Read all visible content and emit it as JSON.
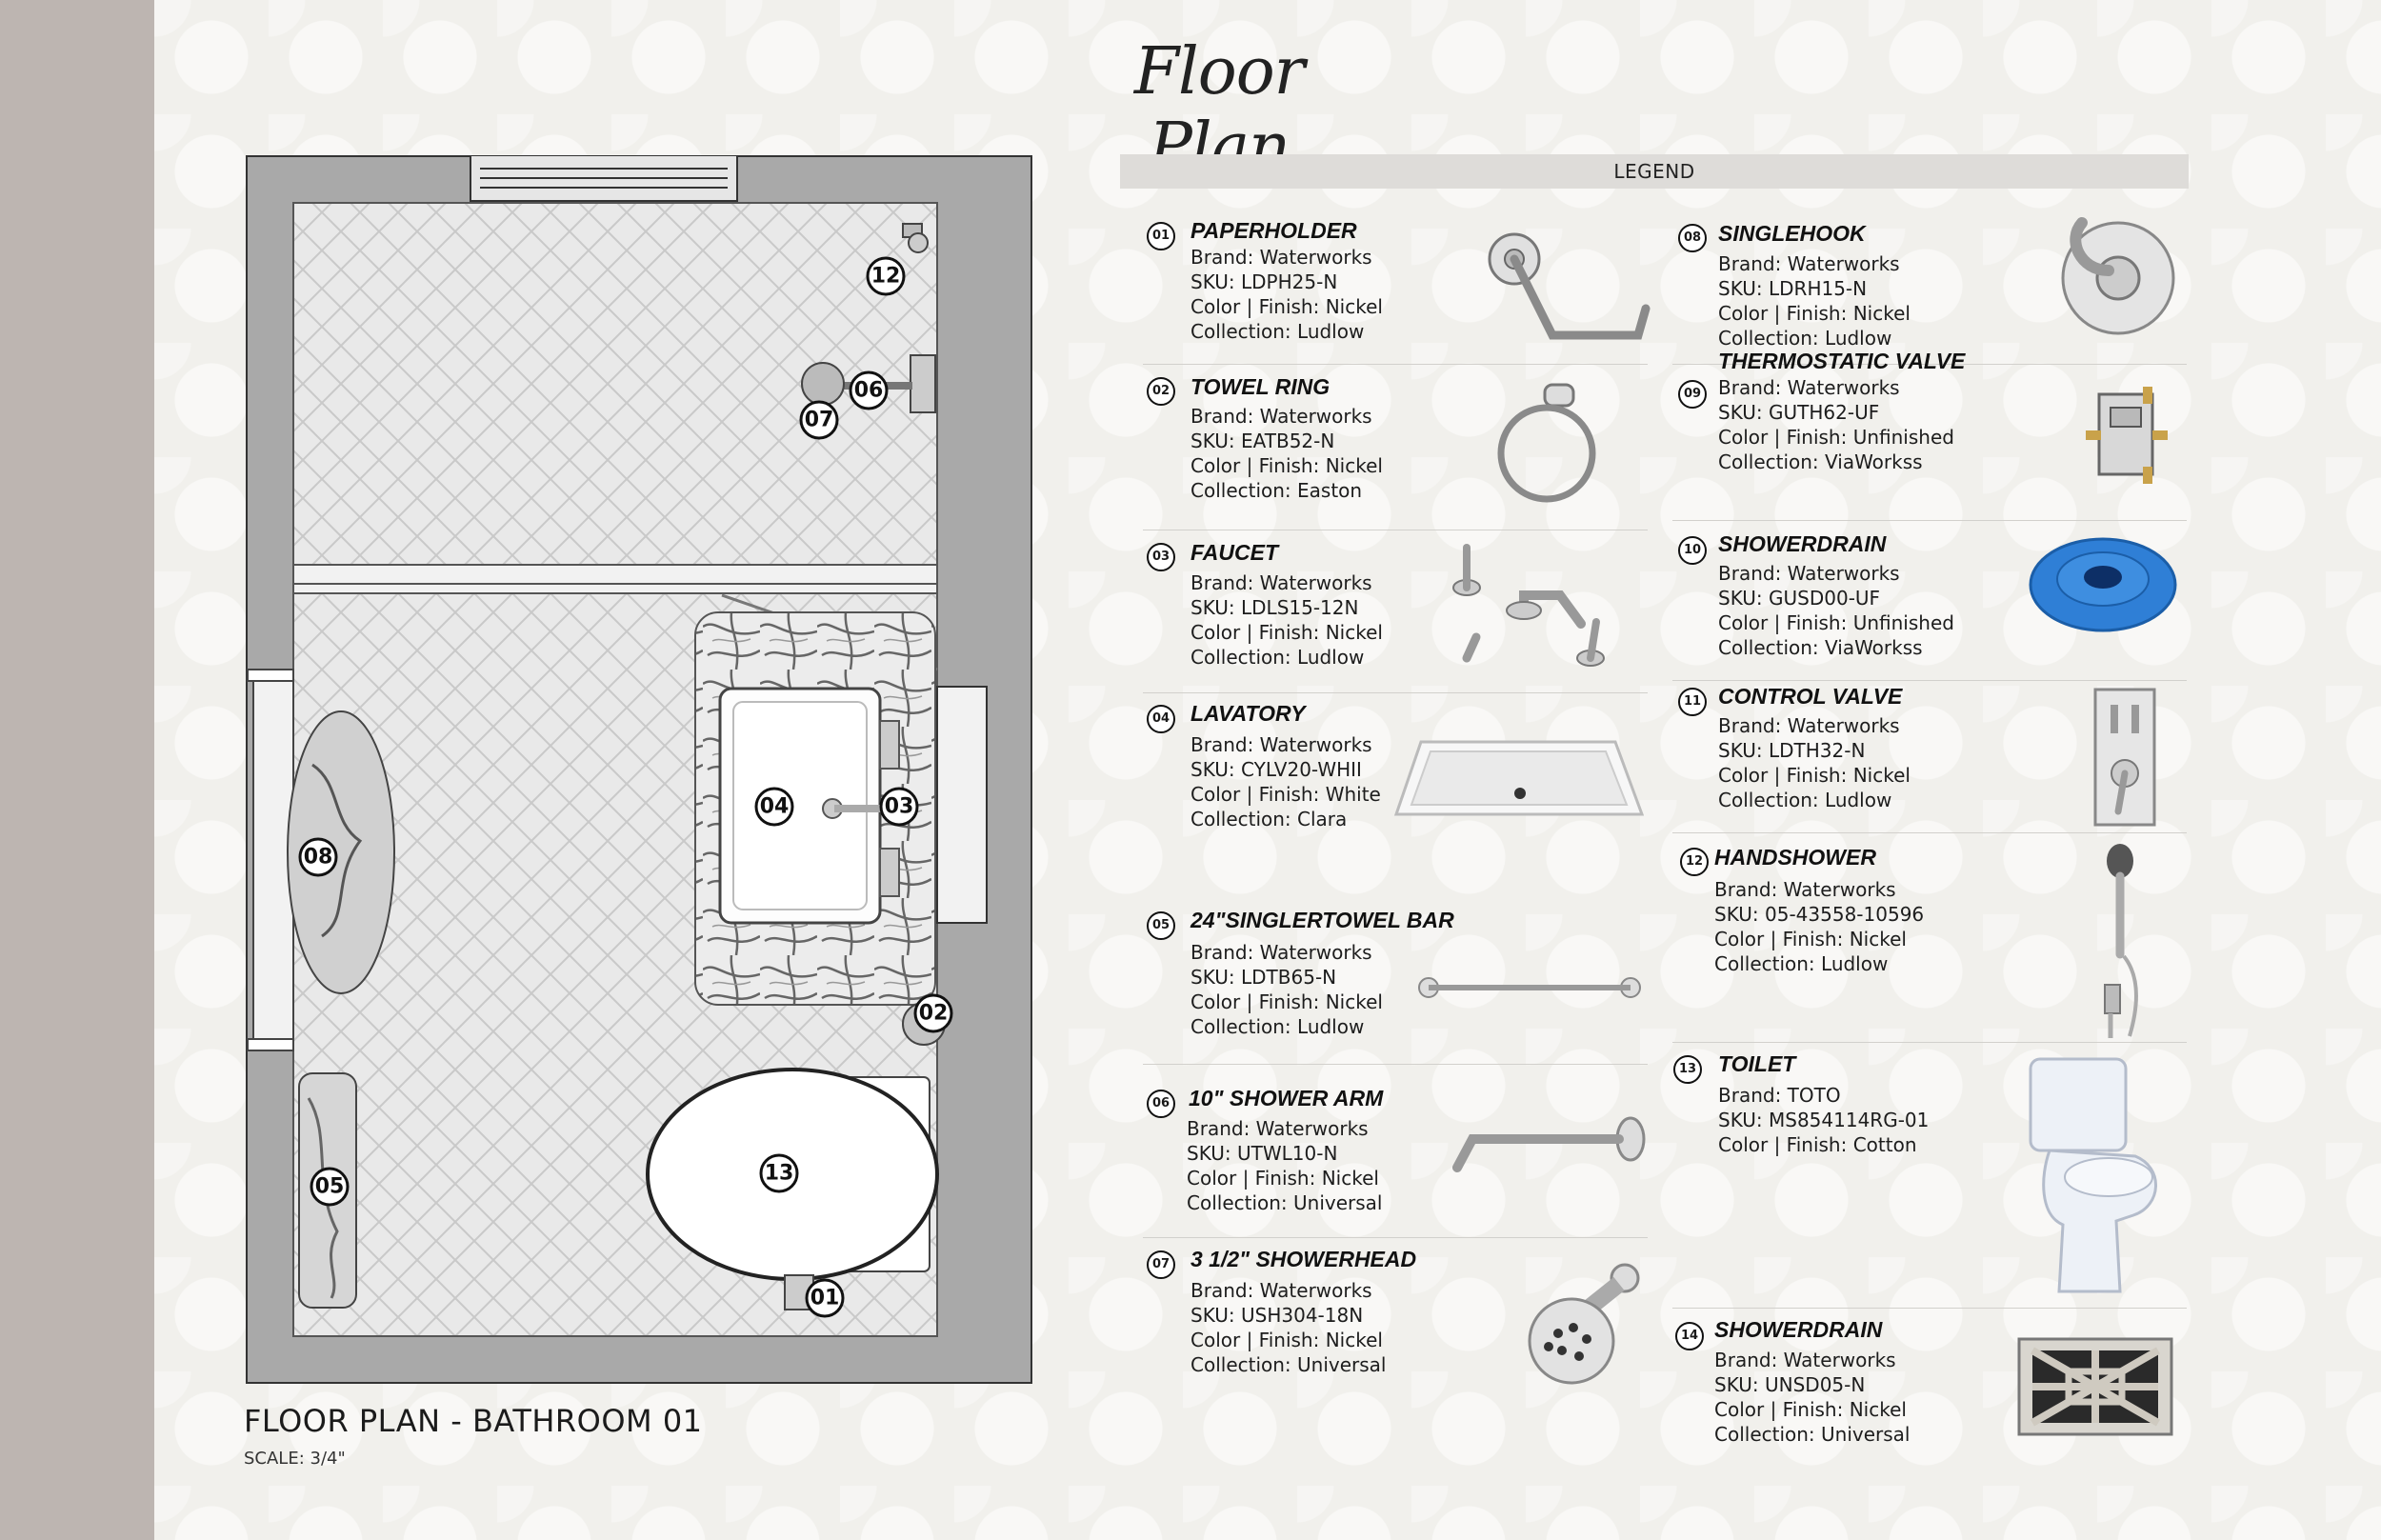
{
  "title": "Floor Plan",
  "plan": {
    "caption": "FLOOR PLAN - BATHROOM 01",
    "scale": "SCALE: 3/4\"",
    "tags": [
      "12",
      "06",
      "07",
      "04",
      "03",
      "08",
      "02",
      "05",
      "13",
      "01"
    ]
  },
  "legend": {
    "heading": "LEGEND",
    "items": [
      {
        "num": "01",
        "name": "PAPERHOLDER",
        "lines": [
          "Brand: Waterworks",
          "SKU: LDPH25-N",
          "Color | Finish: Nickel",
          "Collection: Ludlow"
        ],
        "icon": "paper-holder-icon"
      },
      {
        "num": "02",
        "name": "TOWEL RING",
        "lines": [
          "Brand: Waterworks",
          "SKU: EATB52-N",
          "Color | Finish: Nickel",
          "Collection: Easton"
        ],
        "icon": "towel-ring-icon"
      },
      {
        "num": "03",
        "name": "FAUCET",
        "lines": [
          "Brand: Waterworks",
          "SKU: LDLS15-12N",
          "Color | Finish: Nickel",
          "Collection: Ludlow"
        ],
        "icon": "faucet-icon"
      },
      {
        "num": "04",
        "name": "LAVATORY",
        "lines": [
          "Brand: Waterworks",
          "SKU: CYLV20-WHII",
          "Color | Finish: White",
          "Collection: Clara"
        ],
        "icon": "lavatory-icon"
      },
      {
        "num": "05",
        "name": "24\"SINGLERTOWEL BAR",
        "lines": [
          "Brand: Waterworks",
          "SKU: LDTB65-N",
          "Color | Finish: Nickel",
          "Collection: Ludlow"
        ],
        "icon": "towel-bar-icon"
      },
      {
        "num": "06",
        "name": "10\" SHOWER ARM",
        "lines": [
          "Brand: Waterworks",
          "SKU: UTWL10-N",
          "Color | Finish: Nickel",
          "Collection: Universal"
        ],
        "icon": "shower-arm-icon"
      },
      {
        "num": "07",
        "name": "3 1/2\" SHOWERHEAD",
        "lines": [
          "Brand: Waterworks",
          "SKU: USH304-18N",
          "Color | Finish: Nickel",
          "Collection: Universal"
        ],
        "icon": "showerhead-icon"
      },
      {
        "num": "08",
        "name": "SINGLEHOOK",
        "lines": [
          "Brand: Waterworks",
          "SKU: LDRH15-N",
          "Color | Finish: Nickel",
          "Collection: Ludlow"
        ],
        "icon": "hook-icon"
      },
      {
        "num": "09",
        "name": "THERMOSTATIC VALVE",
        "lines": [
          "Brand: Waterworks",
          "SKU: GUTH62-UF",
          "Color | Finish: Unfinished",
          "Collection: ViaWorkss"
        ],
        "icon": "thermostatic-valve-icon"
      },
      {
        "num": "10",
        "name": "SHOWERDRAIN",
        "lines": [
          "Brand: Waterworks",
          "SKU: GUSD00-UF",
          "Color | Finish: Unfinished",
          "Collection: ViaWorkss"
        ],
        "icon": "shower-drain-base-icon"
      },
      {
        "num": "11",
        "name": "CONTROL VALVE",
        "lines": [
          "Brand: Waterworks",
          "SKU: LDTH32-N",
          "Color | Finish: Nickel",
          "Collection: Ludlow"
        ],
        "icon": "control-valve-icon"
      },
      {
        "num": "12",
        "name": "HANDSHOWER",
        "lines": [
          "Brand: Waterworks",
          "SKU: 05-43558-10596",
          "Color | Finish: Nickel",
          "Collection: Ludlow"
        ],
        "icon": "handshower-icon"
      },
      {
        "num": "13",
        "name": "TOILET",
        "lines": [
          "Brand: TOTO",
          "SKU: MS854114RG-01",
          "Color | Finish: Cotton"
        ],
        "icon": "toilet-icon"
      },
      {
        "num": "14",
        "name": "SHOWERDRAIN",
        "lines": [
          "Brand: Waterworks",
          "SKU: UNSD05-N",
          "Color | Finish: Nickel",
          "Collection: Universal"
        ],
        "icon": "shower-drain-grate-icon"
      }
    ]
  }
}
